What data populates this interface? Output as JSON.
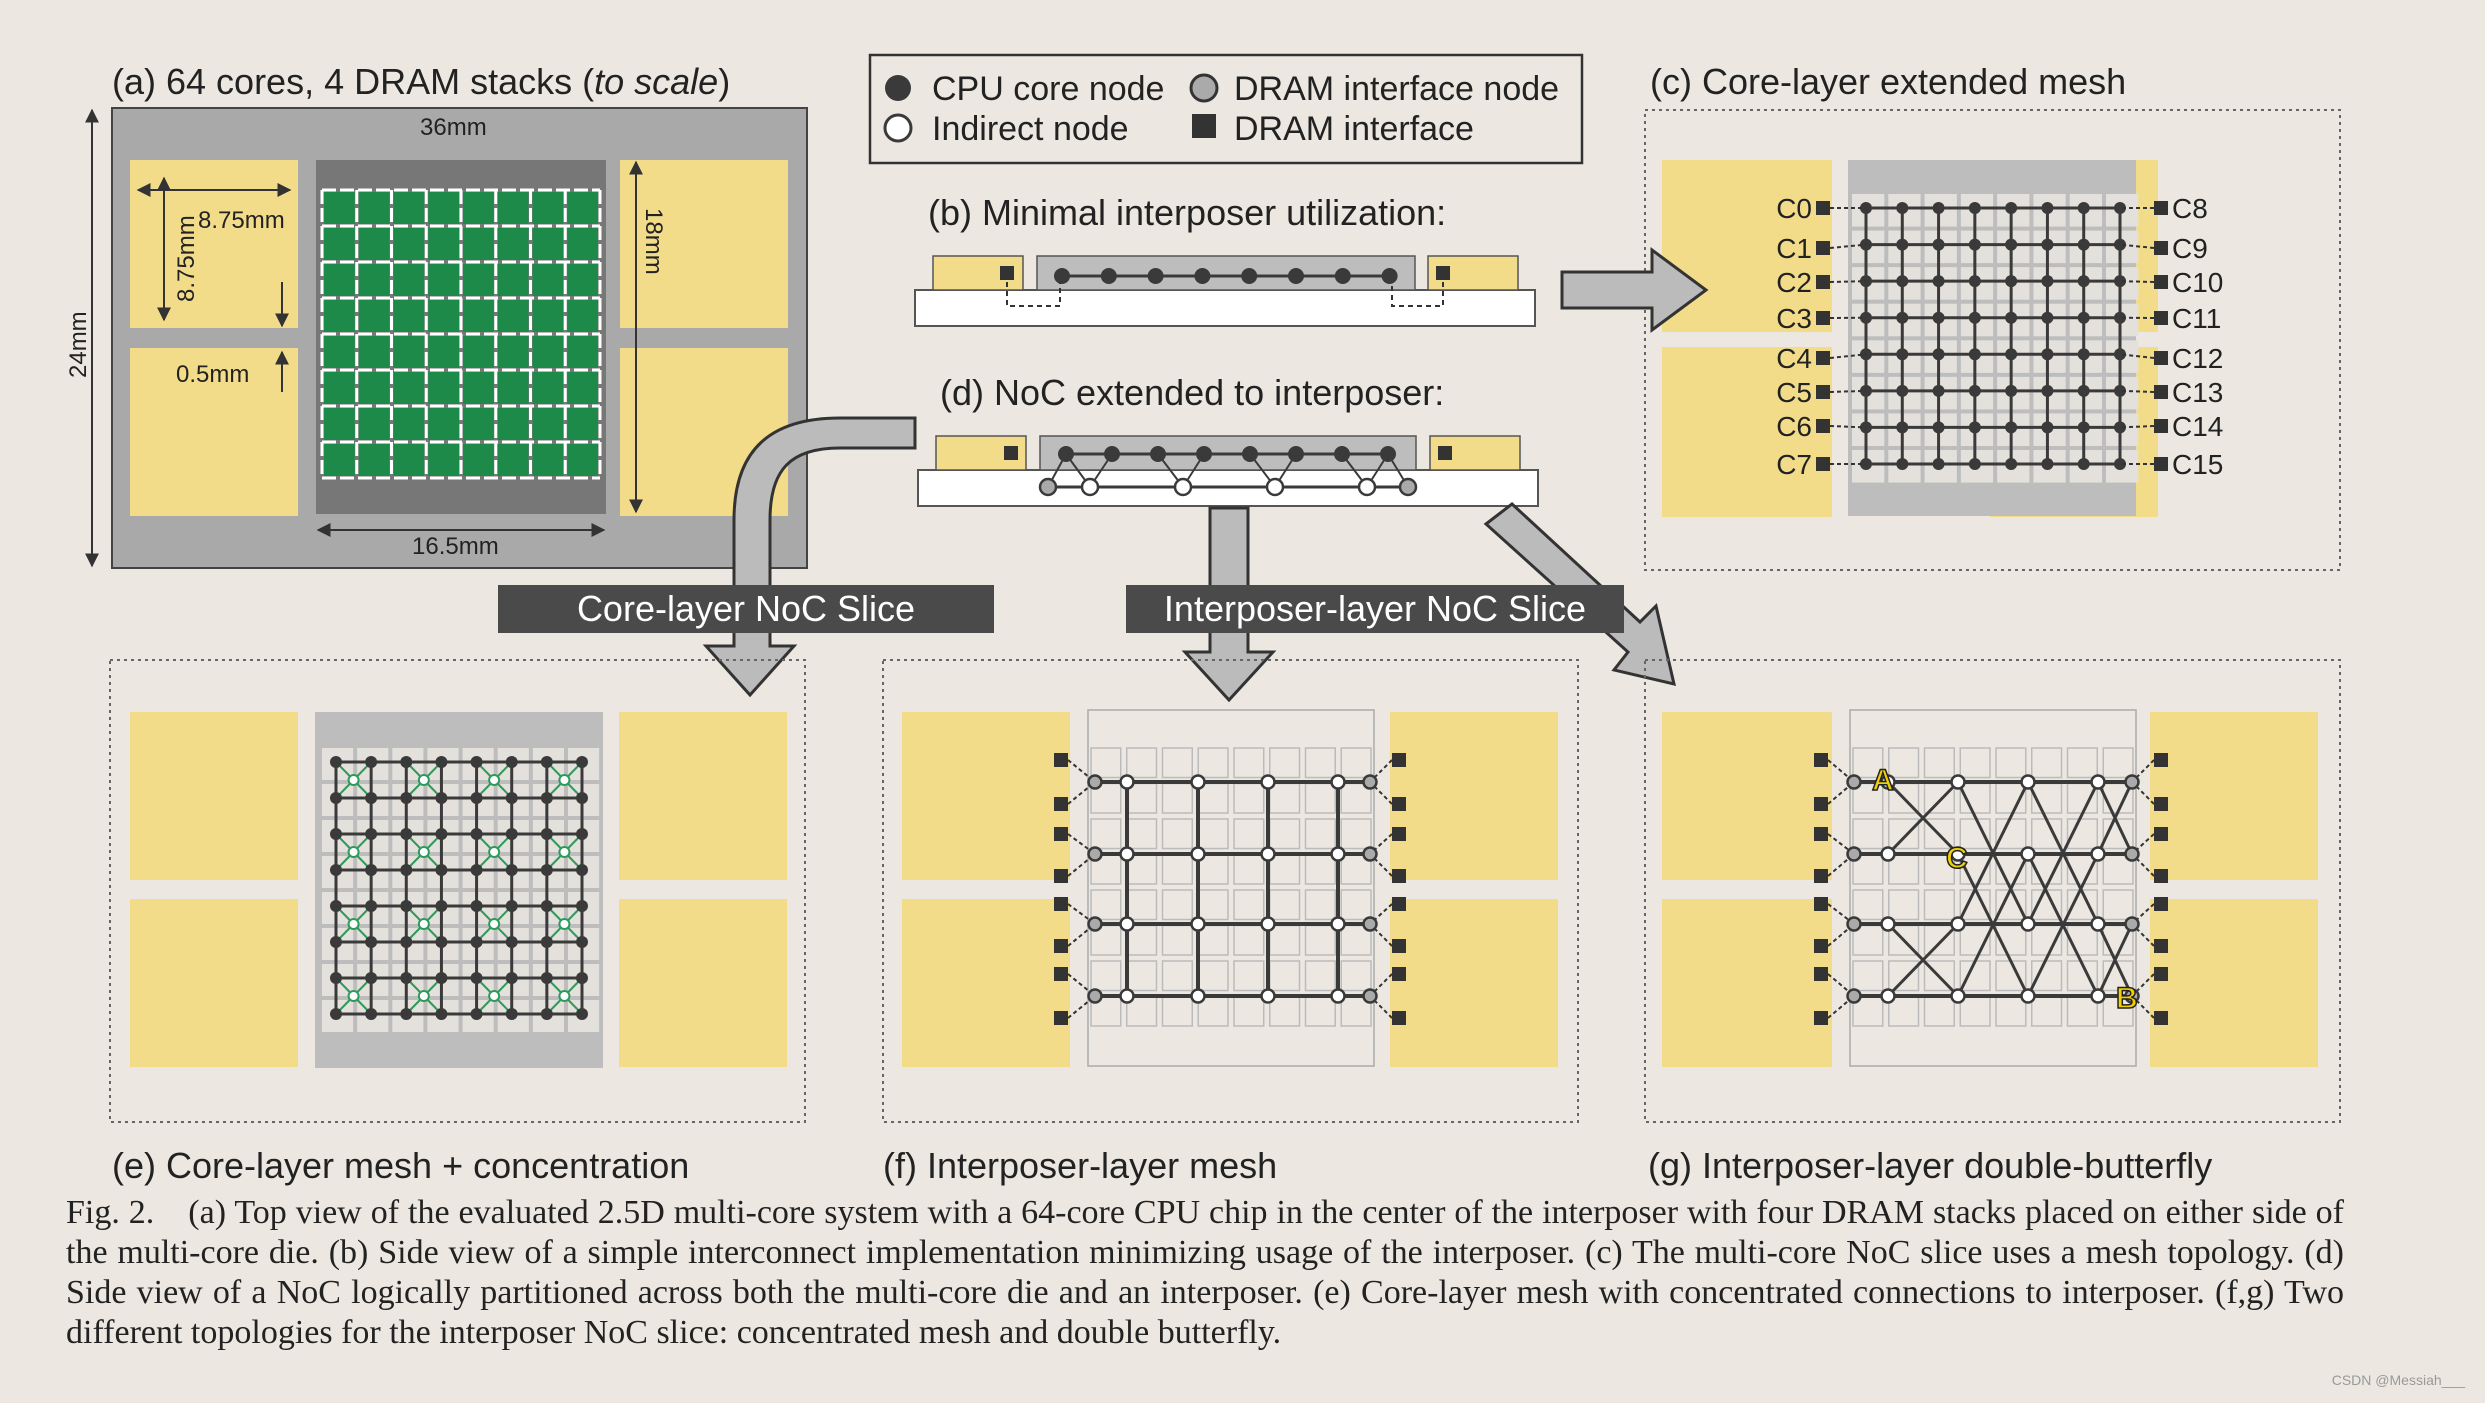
{
  "titles": {
    "a_prefix": "(a) 64 cores, 4 DRAM stacks (",
    "a_italic": "to scale",
    "a_suffix": ")",
    "b": "(b) Minimal interposer utilization:",
    "c": "(c) Core-layer extended mesh",
    "d": "(d) NoC extended to interposer:",
    "e": "(e) Core-layer mesh + concentration",
    "f": "(f) Interposer-layer mesh",
    "g": "(g) Interposer-layer double-butterfly"
  },
  "dimensions": {
    "width_36": "36mm",
    "height_24": "24mm",
    "dram_w": "8.75mm",
    "dram_h": "8.75mm",
    "gap": "0.5mm",
    "die_h": "18mm",
    "die_w": "16.5mm"
  },
  "legend": {
    "cpu": "CPU core node",
    "indirect": "Indirect node",
    "dram_node": "DRAM interface node",
    "dram_if": "DRAM interface"
  },
  "banners": {
    "core_slice": "Core-layer NoC Slice",
    "interposer_slice": "Interposer-layer NoC Slice"
  },
  "core_labels_left": [
    "C0",
    "C1",
    "C2",
    "C3",
    "C4",
    "C5",
    "C6",
    "C7"
  ],
  "core_labels_right": [
    "C8",
    "C9",
    "C10",
    "C11",
    "C12",
    "C13",
    "C14",
    "C15"
  ],
  "node_labels": {
    "a": "A",
    "b": "B",
    "c": "C"
  },
  "caption": "Fig. 2. (a) Top view of the evaluated 2.5D multi-core system with a 64-core CPU chip in the center of the interposer with four DRAM stacks placed on either side of the multi-core die. (b) Side view of a simple interconnect implementation minimizing usage of the interposer. (c) The multi-core NoC slice uses a mesh topology. (d) Side view of a NoC logically partitioned across both the multi-core die and an interposer. (e) Core-layer mesh with concentrated connections to interposer. (f,g) Two different topologies for the interposer NoC slice: concentrated mesh and double butterfly.",
  "watermark": "CSDN @Messiah___",
  "colors": {
    "background": "#ece8e1",
    "dram": "#f2dc8a",
    "die_gray": "#bdbdbd",
    "frame_gray": "#9d9d9d",
    "core_green": "#1e8a4a",
    "node_dark": "#3a3a3a",
    "banner": "#4a4a4a",
    "label_yellow": "#f0d000"
  }
}
